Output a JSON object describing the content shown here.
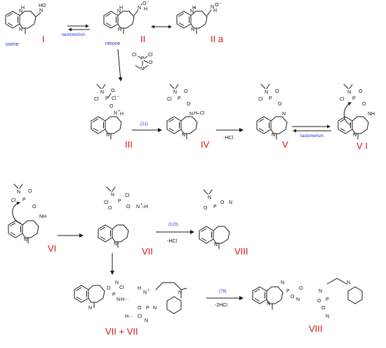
{
  "labels": {
    "I": "I",
    "II": "II",
    "IIa": "II a",
    "III": "III",
    "IV": "IV",
    "V": "V",
    "VI_top": "V I",
    "VI": "VI",
    "VII": "VII",
    "VIII_mid": "VIII",
    "VII_VII": "VII + VII",
    "VIII_bottom": "VIII"
  },
  "captions": {
    "oxime": "oxime",
    "nitrone": "nitrone"
  },
  "conditions": {
    "tautomerism_top": "tautomerism",
    "tautomerism_right": "tautomerism",
    "ref21": "(21)",
    "ref120": "(120)",
    "ref78": "(78)",
    "minus_hcl_1": "-HCl",
    "minus_hcl_2": "-HCl",
    "minus_2hcl": "-2HCl"
  },
  "colors": {
    "label_red": "#e01010",
    "note_blue": "#1f2fd6",
    "bond": "#1a1a1a"
  }
}
